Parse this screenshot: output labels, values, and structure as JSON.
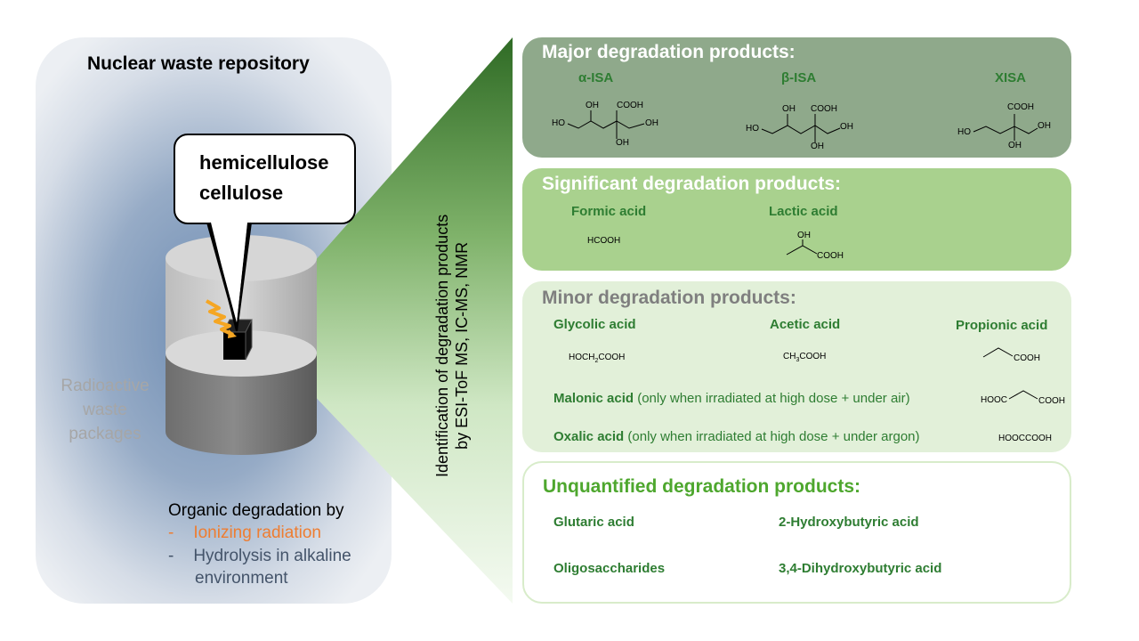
{
  "repository": {
    "title": "Nuclear waste repository",
    "callout": [
      "hemicellulose",
      "cellulose"
    ],
    "waste_label": [
      "Radioactive",
      "waste",
      "packages"
    ],
    "degradation_title": "Organic degradation by",
    "degradation_items": [
      {
        "bullet": "-",
        "text": "Ionizing radiation",
        "color": "#ee7d31"
      },
      {
        "bullet": "-",
        "text": "Hydrolysis in alkaline",
        "color": "#44546a"
      },
      {
        "bullet": "",
        "text": "environment",
        "color": "#44546a"
      }
    ]
  },
  "methods": {
    "line1": "Identification of degradation products",
    "line2": "by ESI-ToF MS, IC-MS, NMR"
  },
  "major": {
    "title": "Major degradation products:",
    "color": "#8fa98b",
    "compounds": [
      {
        "name": "α-ISA",
        "atoms": [
          "HO",
          "OH",
          "COOH",
          "OH",
          "OH"
        ]
      },
      {
        "name": "β-ISA",
        "atoms": [
          "HO",
          "OH",
          "COOH",
          "OH",
          "OH"
        ]
      },
      {
        "name": "XISA",
        "atoms": [
          "HO",
          "COOH",
          "OH",
          "OH"
        ]
      }
    ]
  },
  "significant": {
    "title": "Significant degradation products:",
    "color": "#a9d18e",
    "compounds": [
      {
        "name": "Formic acid",
        "formula": "HCOOH"
      },
      {
        "name": "Lactic acid",
        "atoms": [
          "OH",
          "COOH"
        ]
      }
    ]
  },
  "minor": {
    "title": "Minor degradation products:",
    "color": "#e2f0d9",
    "compounds": [
      {
        "name": "Glycolic acid",
        "formula_main": "HOCH",
        "formula_sub": "2",
        "formula_tail": "COOH"
      },
      {
        "name": "Acetic acid",
        "formula_main": "CH",
        "formula_sub": "3",
        "formula_tail": "COOH"
      },
      {
        "name": "Propionic acid",
        "atoms": [
          "COOH"
        ]
      },
      {
        "name": "Malonic acid",
        "note": " (only when irradiated at high dose + under air)",
        "atoms": [
          "HOOC",
          "COOH"
        ]
      },
      {
        "name": "Oxalic acid",
        "note": " (only when irradiated at high dose + under argon)",
        "formula": "HOOCCOOH"
      }
    ]
  },
  "unquantified": {
    "title": "Unquantified degradation products:",
    "items": [
      "Glutaric acid",
      "2-Hydroxybutyric acid",
      "Oligosaccharides",
      "3,4-Dihydroxybutyric acid"
    ]
  }
}
